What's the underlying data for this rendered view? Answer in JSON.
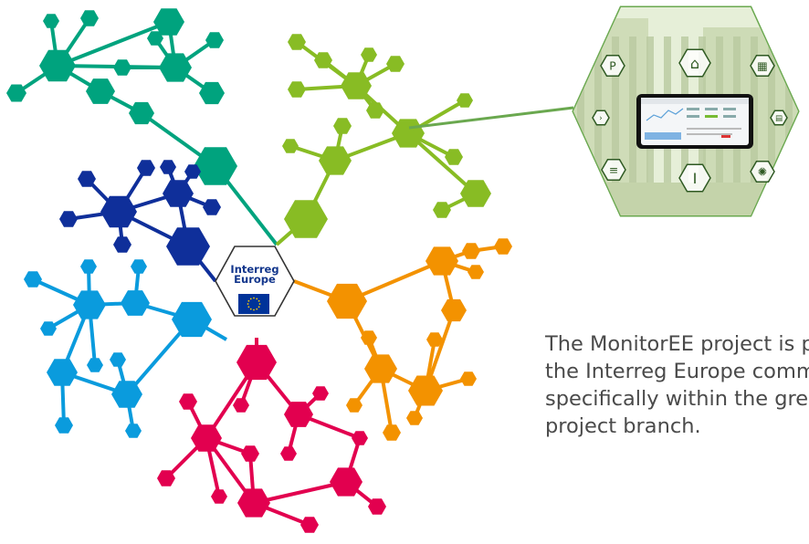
{
  "colors": {
    "teal": "#00a37e",
    "lime": "#88bc24",
    "navy": "#0f2f9a",
    "blue": "#0a9bdd",
    "red": "#e2004f",
    "orange": "#f39200",
    "connector": "#6aa84f",
    "photo_tint": "#dfe9cd",
    "icon_green": "#2f5a23",
    "text_gray": "#4a4a4a",
    "interreg_blue": "#12368c",
    "eu_blue": "#003399",
    "eu_star": "#ffcc00"
  },
  "logo": {
    "line1": "Interreg",
    "line2": "Europe"
  },
  "photo_icons": [
    "plug-icon",
    "ev-car-icon",
    "solar-panel-icon",
    "chevron-right-icon",
    "battery-icon",
    "gauge-icon",
    "thermometer-icon",
    "lightbulb-icon"
  ],
  "caption": {
    "line1": "The MonitorEE project is part of",
    "line2": "the Interreg Europe community,",
    "line3": "specifically within the green",
    "line4": "project branch."
  }
}
